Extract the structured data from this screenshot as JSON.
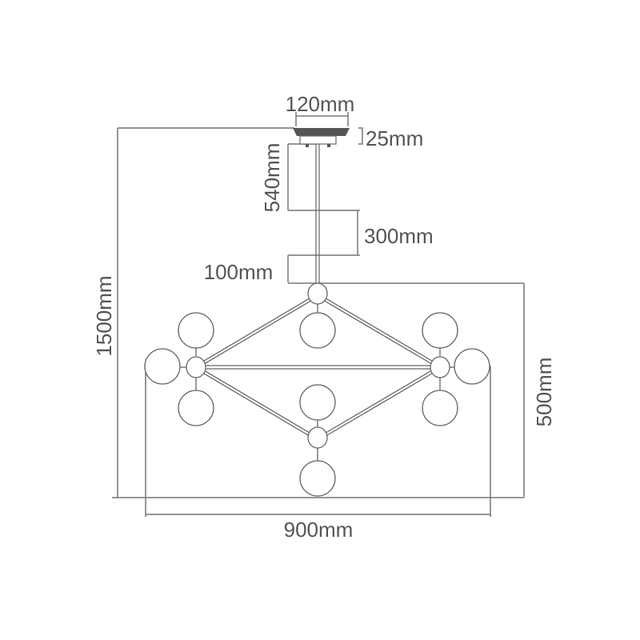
{
  "dimensions": {
    "canopy_width": "120mm",
    "canopy_height": "25mm",
    "rod_segment_1": "540mm",
    "rod_segment_2": "300mm",
    "rod_segment_3": "100mm",
    "total_height": "1500mm",
    "body_height": "500mm",
    "body_width": "900mm"
  },
  "colors": {
    "line": "#666666",
    "text": "#555555",
    "canopy": "#555555"
  }
}
